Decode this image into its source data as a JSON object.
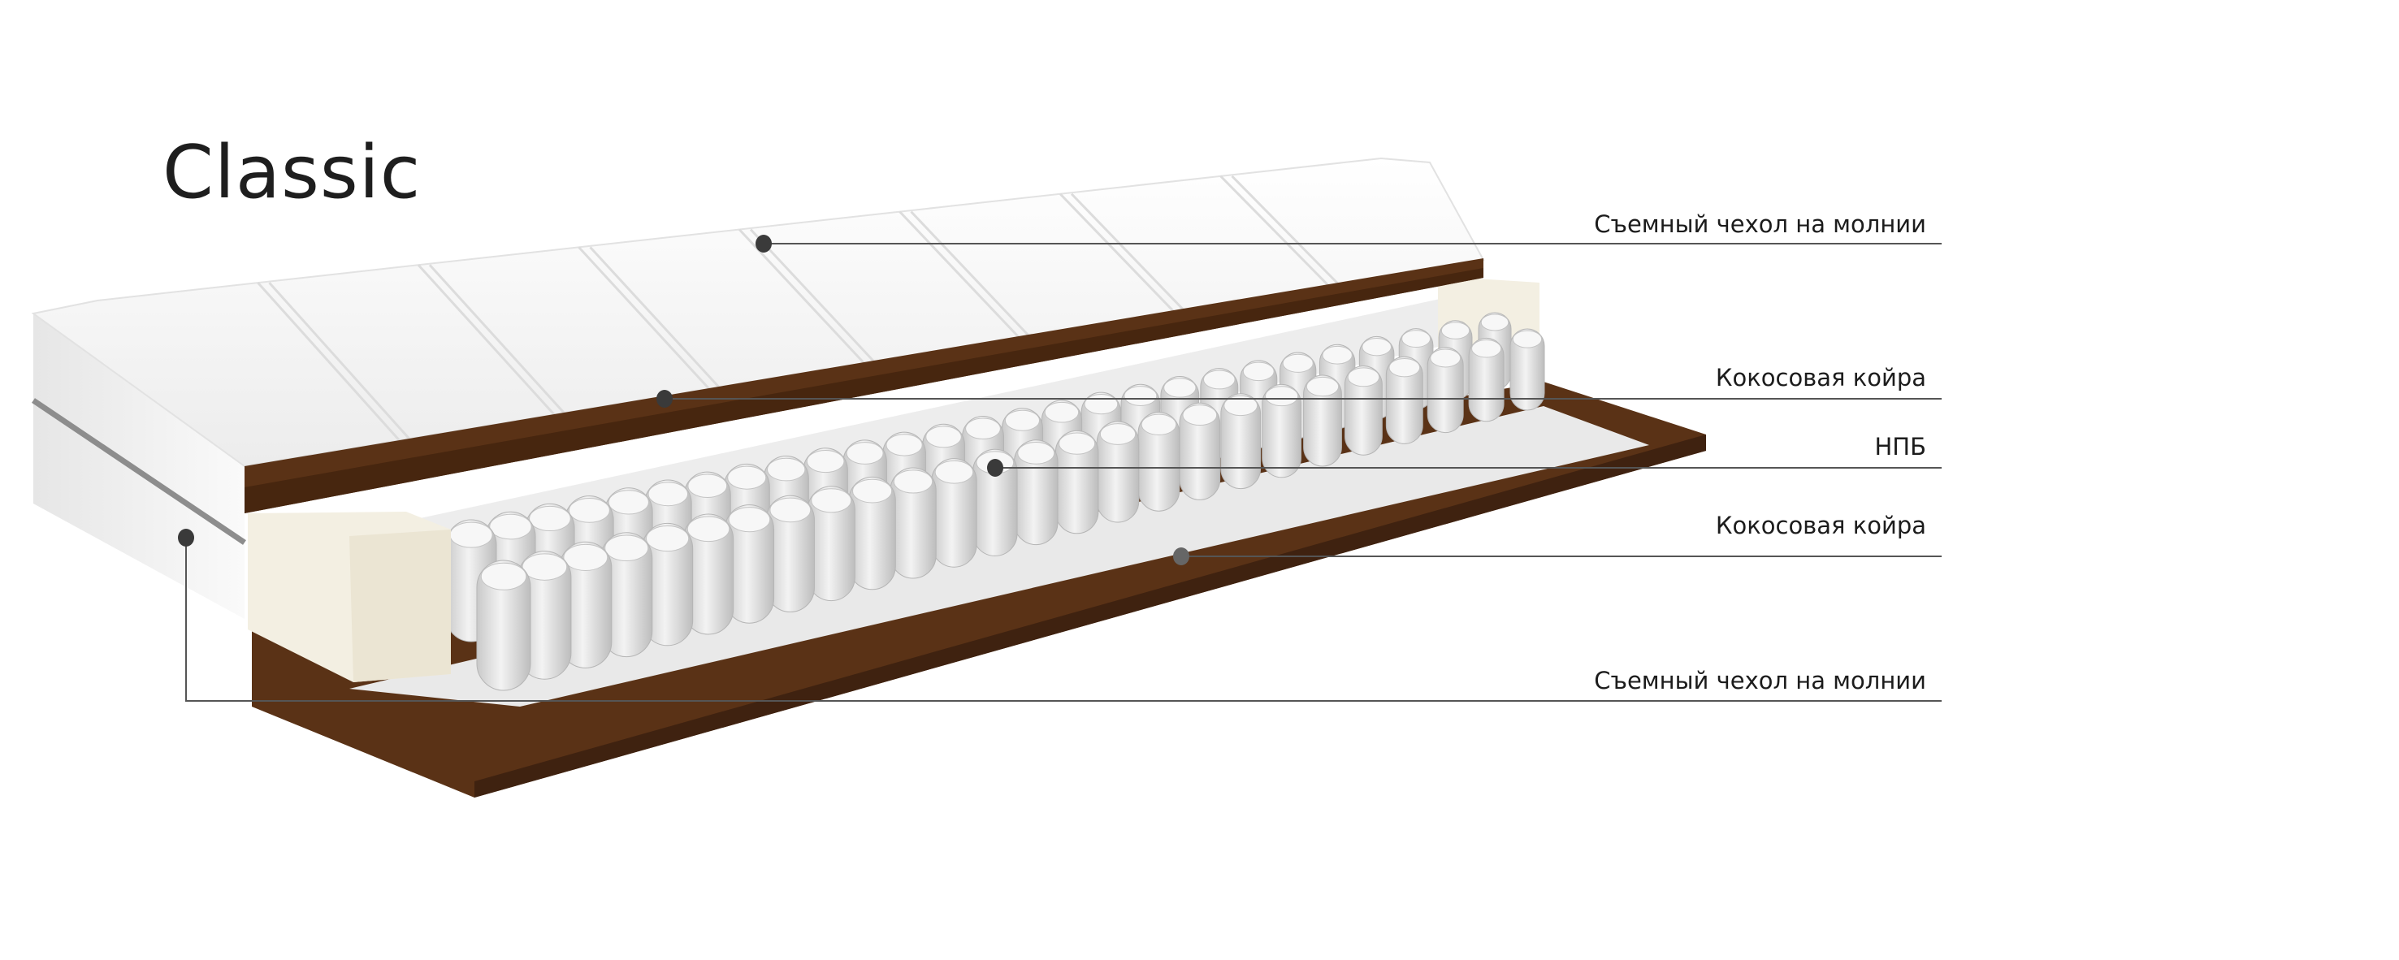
{
  "title": "Classic",
  "layers": [
    {
      "label": "Съемный чехол на молнии"
    },
    {
      "label": "Кокосовая койра"
    },
    {
      "label": "НПБ"
    },
    {
      "label": "Кокосовая койра"
    },
    {
      "label": "Съемный чехол на молнии"
    }
  ],
  "colors": {
    "coir": "#5a3216",
    "cover": "#f4f4f4",
    "foam": "#f3efe2",
    "leader": "#555555",
    "dot": "#3a3a3a"
  }
}
